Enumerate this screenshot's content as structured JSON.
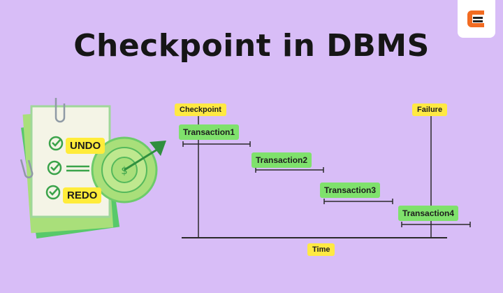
{
  "title": "Checkpoint in DBMS",
  "brand": {
    "accent": "#f26b21",
    "name": "logo"
  },
  "illustration": {
    "undo_label": "UNDO",
    "redo_label": "REDO"
  },
  "diagram": {
    "checkpoint_label": "Checkpoint",
    "failure_label": "Failure",
    "time_label": "Time",
    "transactions": [
      {
        "label": "Transaction1"
      },
      {
        "label": "Transaction2"
      },
      {
        "label": "Transaction3"
      },
      {
        "label": "Transaction4"
      }
    ]
  },
  "colors": {
    "background": "#d8bdf7",
    "label_yellow": "#ffe943",
    "label_green": "#7fe16c",
    "line": "#2a2a2a"
  }
}
